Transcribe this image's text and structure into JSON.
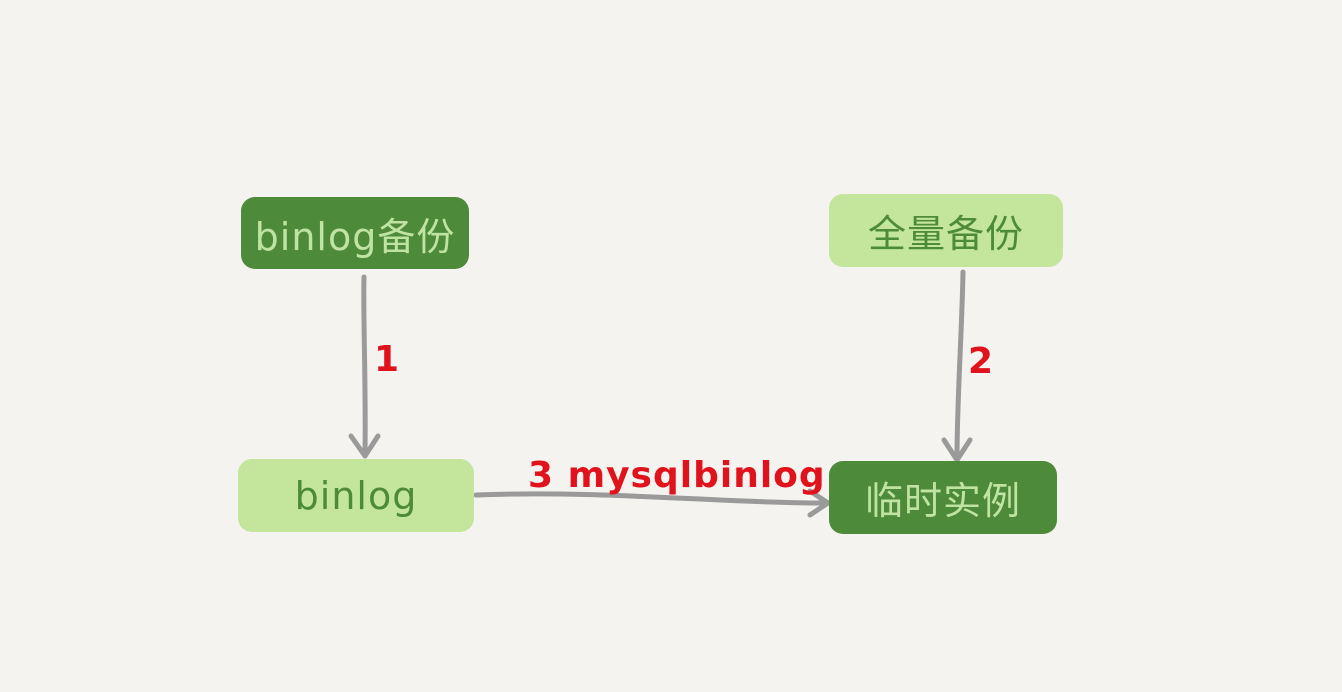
{
  "nodes": {
    "binlog_backup": "binlog备份",
    "full_backup": "全量备份",
    "binlog": "binlog",
    "temp_instance": "临时实例"
  },
  "edges": {
    "edge_1": "1",
    "edge_2": "2",
    "edge_3": "3 mysqlbinlog"
  },
  "colors": {
    "dark_node": "#4d8a3a",
    "light_node": "#c3e59c",
    "arrow": "#999999",
    "edge_label": "#e0121b",
    "background": "#f4f3f0"
  }
}
